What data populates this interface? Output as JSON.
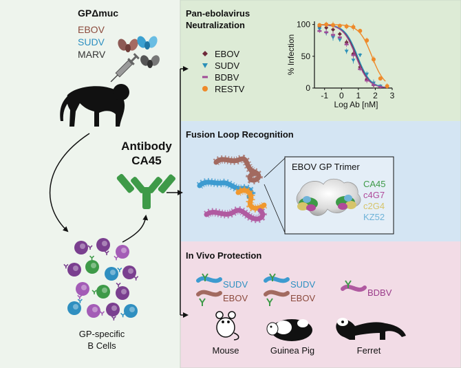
{
  "immunogen": {
    "title": "GPΔmuc",
    "strains": [
      {
        "label": "EBOV",
        "color": "#8b4a3c"
      },
      {
        "label": "SUDV",
        "color": "#2c8fc1"
      },
      {
        "label": "MARV",
        "color": "#333333"
      }
    ]
  },
  "antibody": {
    "line1": "Antibody",
    "line2": "CA45",
    "color": "#3e9a48"
  },
  "bcells": {
    "line1": "GP-specific",
    "line2": "B Cells"
  },
  "panels": {
    "neutralization": {
      "title_line1": "Pan-ebolavirus",
      "title_line2": "Neutralization",
      "bg": "#deedd7"
    },
    "fusion": {
      "title": "Fusion Loop Recognition",
      "inset_title": "EBOV GP Trimer",
      "antibodies": [
        {
          "label": "CA45",
          "color": "#3e9a48"
        },
        {
          "label": "c4G7",
          "color": "#b04a9a"
        },
        {
          "label": "c2G4",
          "color": "#d6c46a"
        },
        {
          "label": "KZ52",
          "color": "#6fb3d8"
        }
      ],
      "bg": "#d5e6f4"
    },
    "protection": {
      "title": "In Vivo Protection",
      "groups": [
        {
          "animal": "Mouse",
          "viruses": [
            {
              "label": "SUDV",
              "color": "#2c8fc1"
            },
            {
              "label": "EBOV",
              "color": "#8b4a3c"
            }
          ]
        },
        {
          "animal": "Guinea Pig",
          "viruses": [
            {
              "label": "SUDV",
              "color": "#2c8fc1"
            },
            {
              "label": "EBOV",
              "color": "#8b4a3c"
            }
          ]
        },
        {
          "animal": "Ferret",
          "viruses": [
            {
              "label": "BDBV",
              "color": "#9a3b8a"
            }
          ]
        }
      ],
      "bg": "#f3dde7"
    }
  },
  "chart_data": {
    "type": "line",
    "xlabel": "Log Ab [nM]",
    "ylabel": "% Infection",
    "xlim": [
      -1.6,
      3.0
    ],
    "ylim": [
      0,
      105
    ],
    "x_ticks": [
      "-1",
      "0",
      "1",
      "2",
      "3"
    ],
    "y_ticks": [
      "0",
      "50",
      "100"
    ],
    "series": [
      {
        "name": "EBOV",
        "color": "#6e2a3a",
        "marker": "diamond",
        "ic50_log": 0.9,
        "x": [
          -1.3,
          -0.9,
          -0.5,
          -0.1,
          0.3,
          0.7,
          1.1,
          1.5,
          1.9,
          2.3
        ],
        "y": [
          97,
          95,
          92,
          85,
          72,
          54,
          33,
          14,
          5,
          2
        ]
      },
      {
        "name": "SUDV",
        "color": "#2a8fb8",
        "marker": "triangle",
        "ic50_log": 0.95,
        "x": [
          -1.3,
          -0.9,
          -0.5,
          -0.1,
          0.3,
          0.7,
          1.1,
          1.5,
          1.9,
          2.3
        ],
        "y": [
          93,
          87,
          80,
          76,
          58,
          44,
          52,
          22,
          8,
          3
        ]
      },
      {
        "name": "BDBV",
        "color": "#a04a96",
        "marker": "dash",
        "ic50_log": 0.85,
        "x": [
          -1.3,
          -0.9,
          -0.5,
          -0.1,
          0.3,
          0.7,
          1.1,
          1.5,
          1.9,
          2.3
        ],
        "y": [
          90,
          88,
          84,
          80,
          69,
          52,
          30,
          12,
          5,
          2
        ]
      },
      {
        "name": "RESTV",
        "color": "#ee8a2a",
        "marker": "circle",
        "ic50_log": 1.8,
        "x": [
          -1.3,
          -0.9,
          -0.5,
          -0.1,
          0.3,
          0.7,
          1.1,
          1.5,
          1.9,
          2.3,
          2.7
        ],
        "y": [
          99,
          100,
          99,
          98,
          97,
          96,
          90,
          75,
          45,
          15,
          3
        ]
      }
    ]
  }
}
